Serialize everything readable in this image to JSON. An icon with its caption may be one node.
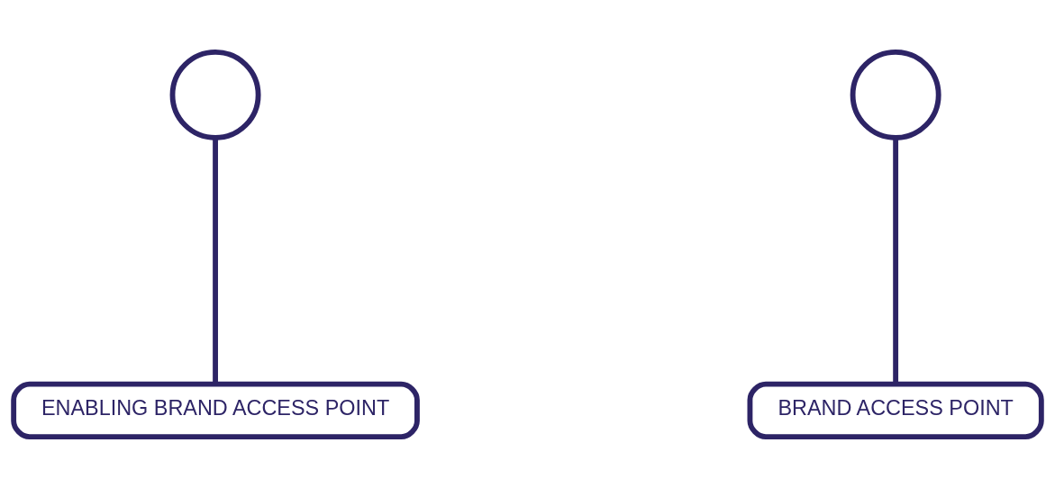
{
  "diagram": {
    "nodes": [
      {
        "text": [],
        "shape": "circle"
      },
      {
        "text": [],
        "shape": "circle"
      },
      {
        "text": [
          "ENABLING BRAND ACCESS POINT"
        ]
      },
      {
        "text": [
          "BRAND ACCESS POINT"
        ]
      }
    ],
    "edges": [
      {
        "from": 2,
        "to": 0,
        "arrow": "none"
      },
      {
        "from": 3,
        "to": 1,
        "arrow": "none"
      }
    ]
  }
}
